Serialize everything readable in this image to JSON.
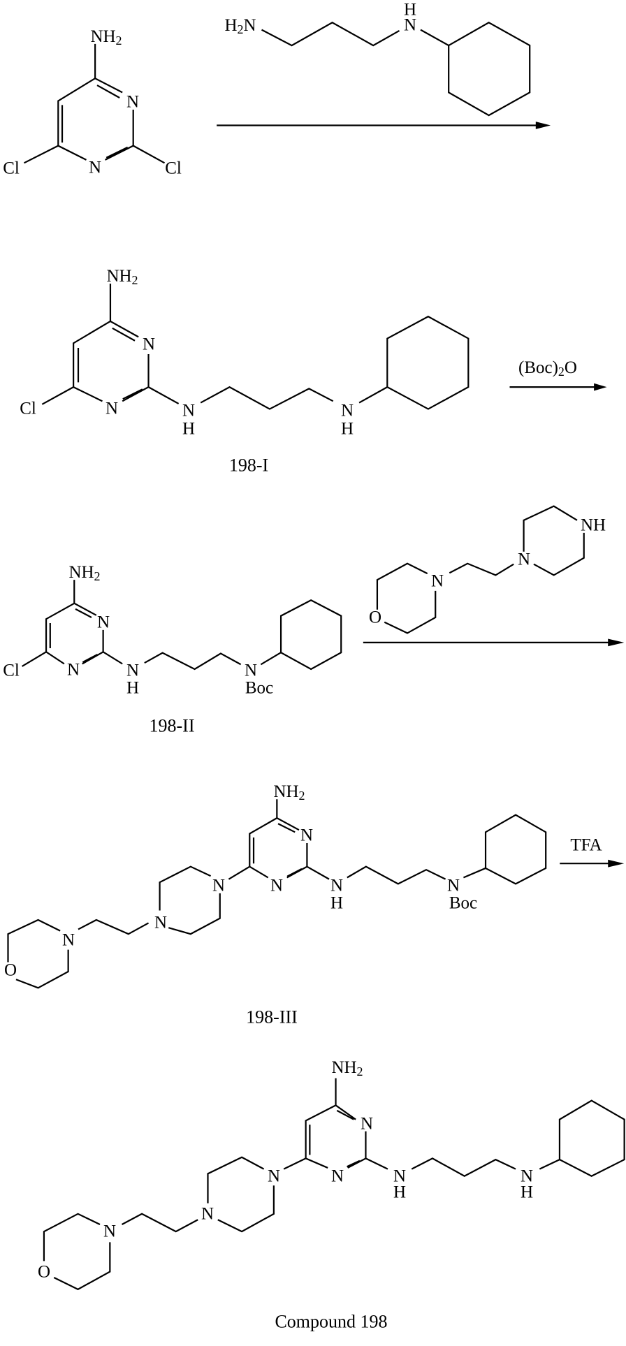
{
  "scheme": {
    "reactant": {
      "nh": "NH",
      "nh_sub": "2",
      "n3": "N",
      "n1": "N",
      "cl_left": "Cl",
      "cl_right": "Cl"
    },
    "reagent_1": {
      "h2n_h": "H",
      "h2n_sub": "2",
      "h2n_n": "N",
      "nh_n": "N",
      "nh_h": "H"
    },
    "compound_198_I": {
      "nh": "NH",
      "nh_sub": "2",
      "n3": "N",
      "n1": "N",
      "cl": "Cl",
      "amine1_n": "N",
      "amine1_h": "H",
      "amine2_n": "N",
      "amine2_h": "H",
      "label": "198-I"
    },
    "step_2": {
      "reagent_open": "(Boc)",
      "reagent_sub": "2",
      "reagent_close": "O"
    },
    "compound_198_II": {
      "nh": "NH",
      "nh_sub": "2",
      "n3": "N",
      "n1": "N",
      "cl": "Cl",
      "amine_n": "N",
      "amine_h": "H",
      "boc_n": "N",
      "boc": "Boc",
      "label": "198-II"
    },
    "reagent_3": {
      "o": "O",
      "morph_n": "N",
      "pip_n": "N",
      "pip_nh": "NH"
    },
    "compound_198_III": {
      "nh": "NH",
      "nh_sub": "2",
      "n3": "N",
      "n1": "N",
      "pip_n1": "N",
      "pip_n2": "N",
      "morph_n": "N",
      "o": "O",
      "amine_n": "N",
      "amine_h": "H",
      "boc_n": "N",
      "boc": "Boc",
      "label": "198-III"
    },
    "step_4": {
      "reagent": "TFA"
    },
    "compound_198": {
      "nh": "NH",
      "nh_sub": "2",
      "n3": "N",
      "n1": "N",
      "pip_n1": "N",
      "pip_n2": "N",
      "morph_n": "N",
      "o": "O",
      "amine1_n": "N",
      "amine1_h": "H",
      "amine2_n": "N",
      "amine2_h": "H",
      "label": "Compound 198"
    }
  }
}
